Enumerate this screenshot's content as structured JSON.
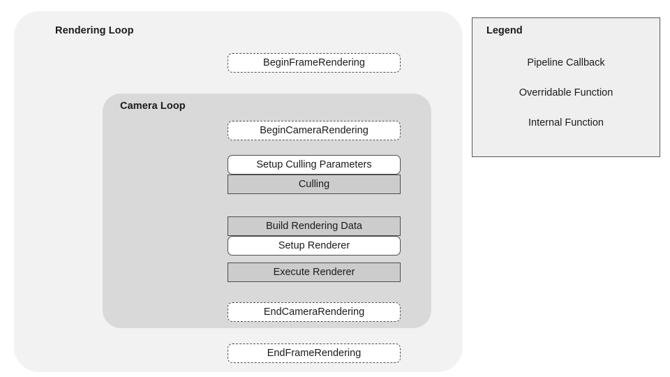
{
  "diagram": {
    "outer_group": {
      "title": "Rendering Loop",
      "fill": "#f2f2f2"
    },
    "inner_group": {
      "title": "Camera Loop",
      "fill": "#d9d9d9"
    },
    "nodes": [
      {
        "id": "begin-frame-rendering",
        "label": "BeginFrameRendering",
        "kind": "callback"
      },
      {
        "id": "begin-camera-rendering",
        "label": "BeginCameraRendering",
        "kind": "callback"
      },
      {
        "id": "setup-culling",
        "label": "Setup Culling Parameters",
        "kind": "overridable"
      },
      {
        "id": "culling",
        "label": "Culling",
        "kind": "internal"
      },
      {
        "id": "build-rendering-data",
        "label": "Build Rendering Data",
        "kind": "internal"
      },
      {
        "id": "setup-renderer",
        "label": "Setup Renderer",
        "kind": "overridable"
      },
      {
        "id": "execute-renderer",
        "label": "Execute Renderer",
        "kind": "internal"
      },
      {
        "id": "end-camera-rendering",
        "label": "EndCameraRendering",
        "kind": "callback"
      },
      {
        "id": "end-frame-rendering",
        "label": "EndFrameRendering",
        "kind": "callback"
      }
    ]
  },
  "legend": {
    "title": "Legend",
    "items": [
      {
        "id": "callback",
        "label": "Pipeline Callback",
        "kind": "callback",
        "fill": "#ffffff",
        "border": "dashed"
      },
      {
        "id": "overridable",
        "label": "Overridable Function",
        "kind": "overridable",
        "fill": "#ffffff",
        "border": "solid"
      },
      {
        "id": "internal",
        "label": "Internal Function",
        "kind": "internal",
        "fill": "#cccccc",
        "border": "solid"
      }
    ]
  },
  "colors": {
    "outer_panel": "#f2f2f2",
    "inner_panel": "#d9d9d9",
    "internal_fill": "#cccccc",
    "box_border": "#4d4d4d",
    "legend_fill": "#efefef",
    "text": "#1a1a1a"
  }
}
